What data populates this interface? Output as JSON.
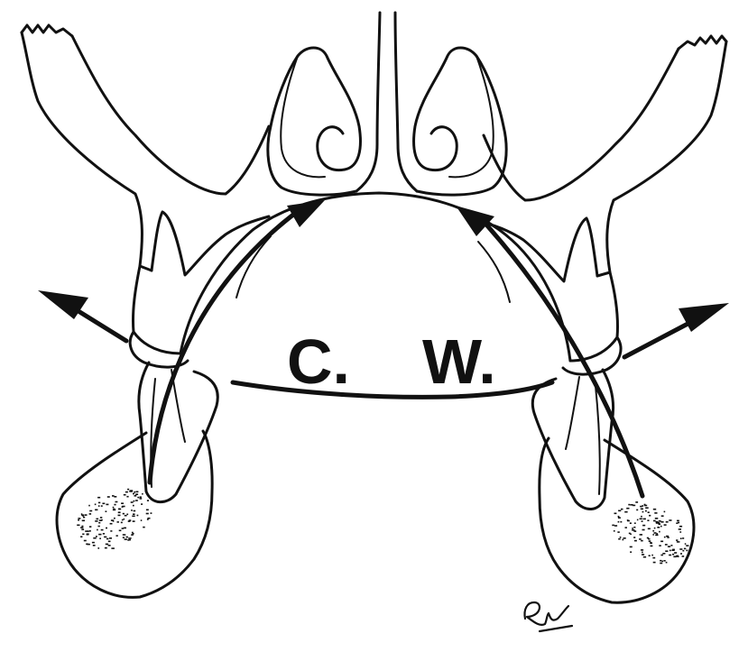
{
  "labels": {
    "left": "C.",
    "right": "W."
  },
  "signature": "Rv"
}
